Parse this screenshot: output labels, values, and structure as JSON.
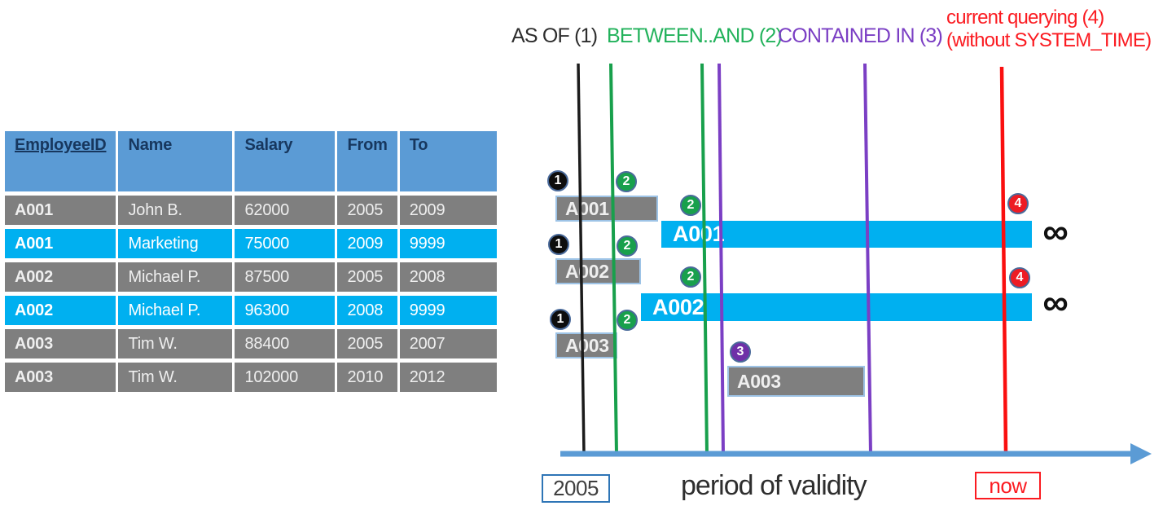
{
  "colors": {
    "header_blue": "#5B9BD5",
    "header_text_navy": "#17375E",
    "row_gray": "#7F7F7F",
    "row_cyan": "#00B0F0",
    "bar_border_light_blue": "#9DC3E6",
    "green": "#18A04C",
    "purple": "#7B3FC4",
    "red": "#FB1B21",
    "black_line": "#1B1B1B",
    "axis_blue": "#5B9BD5"
  },
  "table": {
    "headers": [
      "EmployeeID",
      "Name",
      "Salary",
      "From",
      "To"
    ],
    "rows": [
      {
        "id": "A001",
        "name": "John B.",
        "salary": "62000",
        "from": "2005",
        "to": "2009"
      },
      {
        "id": "A001",
        "name": "Marketing",
        "salary": "75000",
        "from": "2009",
        "to": "9999"
      },
      {
        "id": "A002",
        "name": "Michael P.",
        "salary": "87500",
        "from": "2005",
        "to": "2008"
      },
      {
        "id": "A002",
        "name": "Michael P.",
        "salary": "96300",
        "from": "2008",
        "to": "9999"
      },
      {
        "id": "A003",
        "name": "Tim W.",
        "salary": "88400",
        "from": "2005",
        "to": "2007"
      },
      {
        "id": "A003",
        "name": "Tim W.",
        "salary": "102000",
        "from": "2010",
        "to": "2012"
      }
    ]
  },
  "legend": {
    "as_of": "AS OF (1)",
    "between_and": "BETWEEN..AND (2)",
    "contained_in": "CONTAINED IN (3)",
    "current_line1": "current querying (4)",
    "current_line2": "(without SYSTEM_TIME)"
  },
  "timeline": {
    "bars": {
      "a001_history": "A001",
      "a001_current": "A001",
      "a002_history": "A002",
      "a002_current": "A002",
      "a003_history1": "A003",
      "a003_history2": "A003"
    },
    "badges": {
      "b1": "1",
      "b2": "2",
      "b3": "3",
      "b4": "4"
    },
    "infinity": "∞",
    "axis": {
      "start_label": "2005",
      "title": "period of validity",
      "end_label": "now"
    }
  }
}
